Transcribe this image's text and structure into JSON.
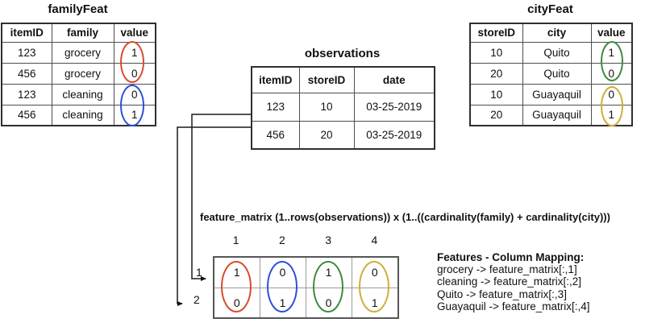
{
  "colors": {
    "red": "#DB4A2B",
    "blue": "#2E4FD8",
    "green": "#3E8A41",
    "yellow": "#CFAE3A",
    "line": "#1a1a1a"
  },
  "family_feat": {
    "title": "familyFeat",
    "headers": [
      "itemID",
      "family",
      "value"
    ],
    "rows": [
      [
        "123",
        "grocery",
        "1"
      ],
      [
        "456",
        "grocery",
        "0"
      ],
      [
        "123",
        "cleaning",
        "0"
      ],
      [
        "456",
        "cleaning",
        "1"
      ]
    ]
  },
  "observations": {
    "title": "observations",
    "headers": [
      "itemID",
      "storeID",
      "date"
    ],
    "rows": [
      [
        "123",
        "10",
        "03-25-2019"
      ],
      [
        "456",
        "20",
        "03-25-2019"
      ]
    ]
  },
  "city_feat": {
    "title": "cityFeat",
    "headers": [
      "storeID",
      "city",
      "value"
    ],
    "rows": [
      [
        "10",
        "Quito",
        "1"
      ],
      [
        "20",
        "Quito",
        "0"
      ],
      [
        "10",
        "Guayaquil",
        "0"
      ],
      [
        "20",
        "Guayaquil",
        "1"
      ]
    ]
  },
  "matrix": {
    "title": "feature_matrix (1..rows(observations)) x (1..((cardinality(family) + cardinality(city)))",
    "col_headers": [
      "1",
      "2",
      "3",
      "4"
    ],
    "row_labels": [
      "1",
      "2"
    ],
    "rows": [
      [
        "1",
        "0",
        "1",
        "0"
      ],
      [
        "0",
        "1",
        "0",
        "1"
      ]
    ]
  },
  "mapping": {
    "heading": "Features - Column Mapping:",
    "lines": [
      "grocery -> feature_matrix[:,1]",
      "cleaning -> feature_matrix[:,2]",
      "Quito -> feature_matrix[:,3]",
      "Guayaquil -> feature_matrix[:,4]"
    ]
  }
}
